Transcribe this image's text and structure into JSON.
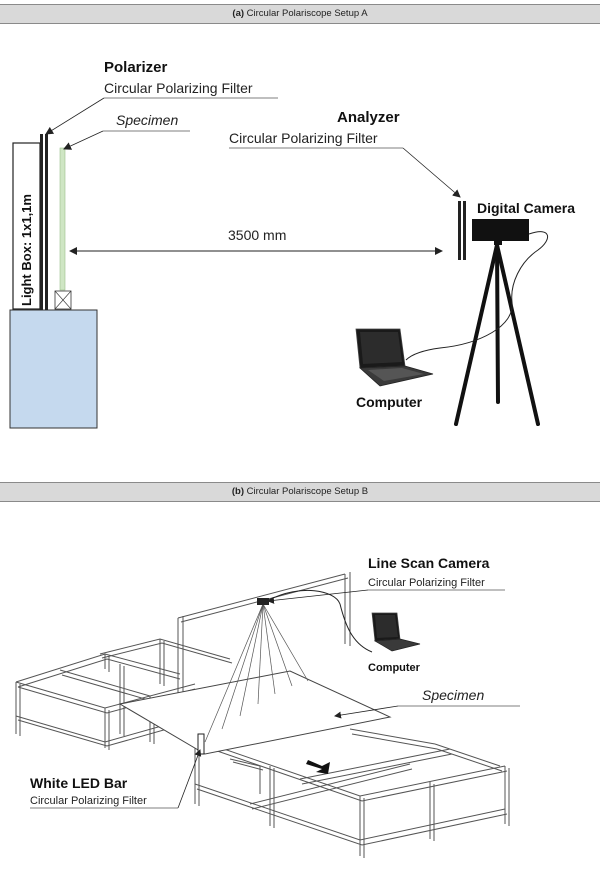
{
  "panel_a": {
    "header_prefix": "(a)",
    "header_title": "Circular Polariscope Setup A",
    "polarizer_title": "Polarizer",
    "polarizer_subtitle": "Circular Polarizing Filter",
    "specimen_label": "Specimen",
    "analyzer_title": "Analyzer",
    "analyzer_subtitle": "Circular Polarizing Filter",
    "camera_label": "Digital Camera",
    "distance_label": "3500 mm",
    "light_box_label": "Light Box: 1x1,1m",
    "computer_label": "Computer",
    "colors": {
      "light_box": "#c5d9ee",
      "specimen": "#cfe6c4"
    }
  },
  "panel_b": {
    "header_prefix": "(b)",
    "header_title": "Circular Polariscope Setup B",
    "line_scan_title": "Line Scan Camera",
    "line_scan_subtitle": "Circular Polarizing Filter",
    "computer_label": "Computer",
    "specimen_label": "Specimen",
    "led_title": "White LED Bar",
    "led_subtitle": "Circular Polarizing Filter"
  }
}
